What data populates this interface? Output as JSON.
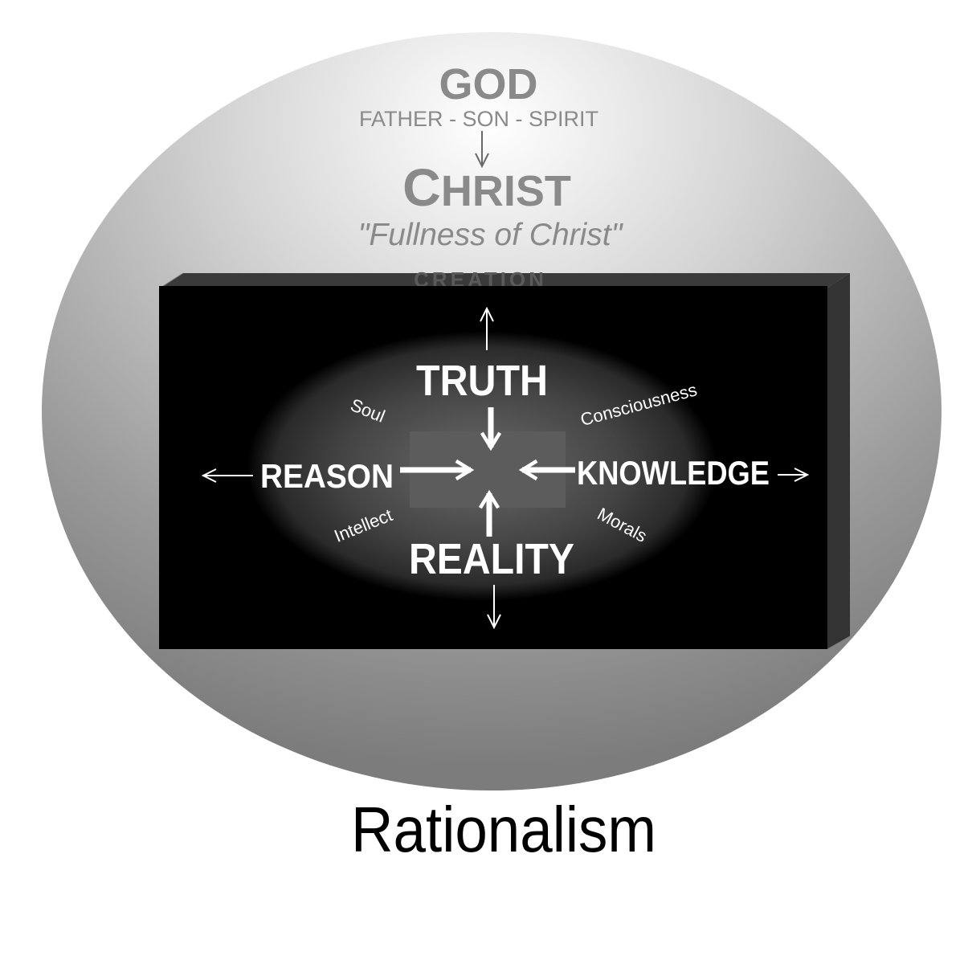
{
  "top": {
    "god": "GOD",
    "trinity": "FATHER - SON - SPIRIT",
    "christ_initial": "C",
    "christ_rest": "HRIST",
    "fullness": "\"Fullness of Christ\""
  },
  "creation": {
    "label": "CREATION"
  },
  "center": {
    "truth": "TRUTH",
    "reason": "REASON",
    "knowledge": "KNOWLEDGE",
    "reality": "REALITY"
  },
  "aspects": {
    "soul": "Soul",
    "consciousness": "Consciousness",
    "intellect": "Intellect",
    "morals": "Morals"
  },
  "caption": "Rationalism",
  "colors": {
    "box": "#000000",
    "arrows": "#ffffff",
    "top_text": "#8a8a8a",
    "caption": "#000000"
  }
}
